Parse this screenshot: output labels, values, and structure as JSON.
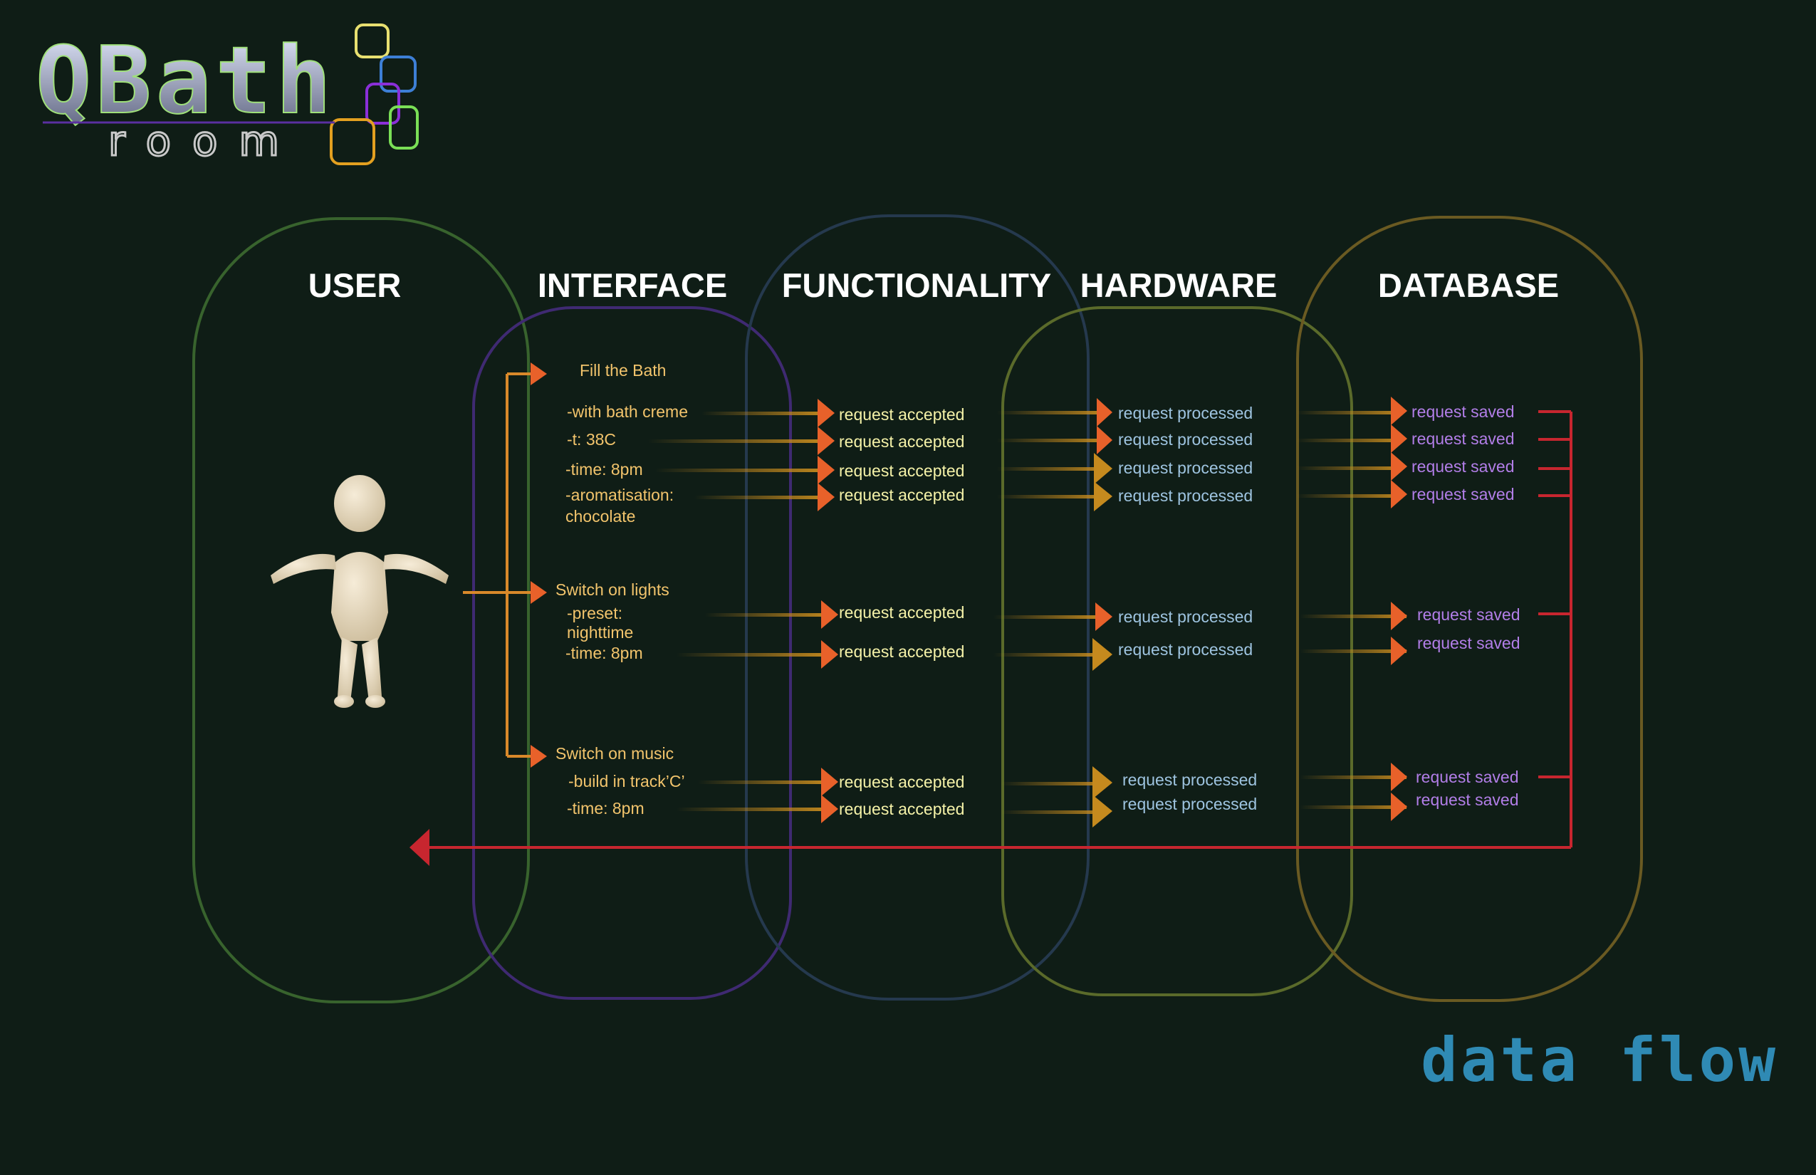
{
  "logo": {
    "brand": "QBath",
    "sub": "room"
  },
  "columns": [
    {
      "key": "user",
      "label": "USER"
    },
    {
      "key": "interface",
      "label": "INTERFACE"
    },
    {
      "key": "functionality",
      "label": "FUNCTIONALITY"
    },
    {
      "key": "hardware",
      "label": "HARDWARE"
    },
    {
      "key": "database",
      "label": "DATABASE"
    }
  ],
  "groups": [
    {
      "title": "Fill the Bath",
      "param_lines": [
        "-with bath creme",
        "-t: 38C",
        "-time: 8pm",
        "-aromatisation:",
        "chocolate"
      ],
      "flows": [
        {
          "accepted": "request accepted",
          "processed": "request processed",
          "saved": "request saved"
        },
        {
          "accepted": "request accepted",
          "processed": "request processed",
          "saved": "request saved"
        },
        {
          "accepted": "request accepted",
          "processed": "request processed",
          "saved": "request saved"
        },
        {
          "accepted": "request accepted",
          "processed": "request processed",
          "saved": "request saved"
        }
      ]
    },
    {
      "title": "Switch on lights",
      "param_lines": [
        "-preset:",
        "nighttime",
        "-time: 8pm"
      ],
      "flows": [
        {
          "accepted": "request accepted",
          "processed": "request processed",
          "saved": "request saved"
        },
        {
          "accepted": "request accepted",
          "processed": "request processed",
          "saved": "request saved"
        }
      ]
    },
    {
      "title": "Switch on music",
      "param_lines": [
        "-build in track’C’",
        "-time: 8pm"
      ],
      "flows": [
        {
          "accepted": "request accepted",
          "processed": "request processed",
          "saved": "request saved"
        },
        {
          "accepted": "request accepted",
          "processed": "request processed",
          "saved": "request saved"
        }
      ]
    }
  ],
  "footer": {
    "caption": "data flow"
  },
  "colors": {
    "background": "#0f1d16",
    "user_lane": "#3d6b30",
    "interface_lane": "#3f2a72",
    "functionality_lane": "#25394e",
    "hardware_lane": "#5a6a2a",
    "database_lane": "#6a5a22",
    "arrow_orange": "#e8612a",
    "feedback_red": "#c7262f",
    "interface_text": "#f2c46c",
    "accepted_text": "#f5f2a8",
    "processed_text": "#9ec4e0",
    "saved_text": "#b27ee8",
    "caption": "#2f8ab4"
  }
}
